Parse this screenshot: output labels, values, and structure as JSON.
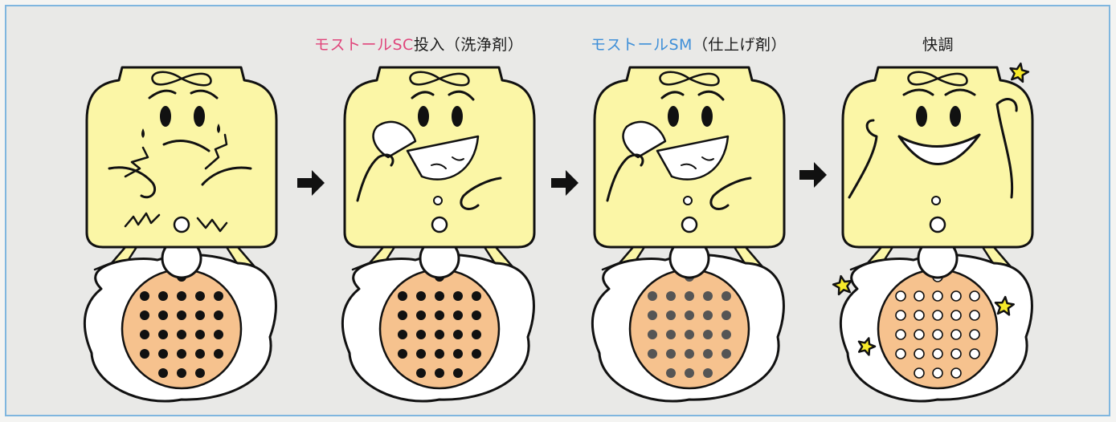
{
  "captions": {
    "step2": {
      "product": "モストールSC",
      "rest": "投入（洗浄剤）"
    },
    "step3": {
      "product": "モストールSM",
      "rest": "（仕上げ剤）"
    },
    "step4": "快調"
  },
  "colors": {
    "border": "#7fb6df",
    "body_fill": "#fbf6a6",
    "drain_fill": "#f6c28e",
    "pink_text": "#e0457b",
    "blue_text": "#3e8fd8",
    "star_fill": "#f7ea2a"
  },
  "panels": [
    {
      "state": "clogged",
      "expression": "crying",
      "dots": "black"
    },
    {
      "state": "drinking-cleaner",
      "expression": "worried",
      "dots": "black"
    },
    {
      "state": "drinking-finisher",
      "expression": "relieved",
      "dots": "grey"
    },
    {
      "state": "clean",
      "expression": "happy",
      "dots": "white"
    }
  ],
  "arrows": [
    "arrow-right-icon",
    "arrow-right-icon",
    "arrow-right-icon"
  ]
}
